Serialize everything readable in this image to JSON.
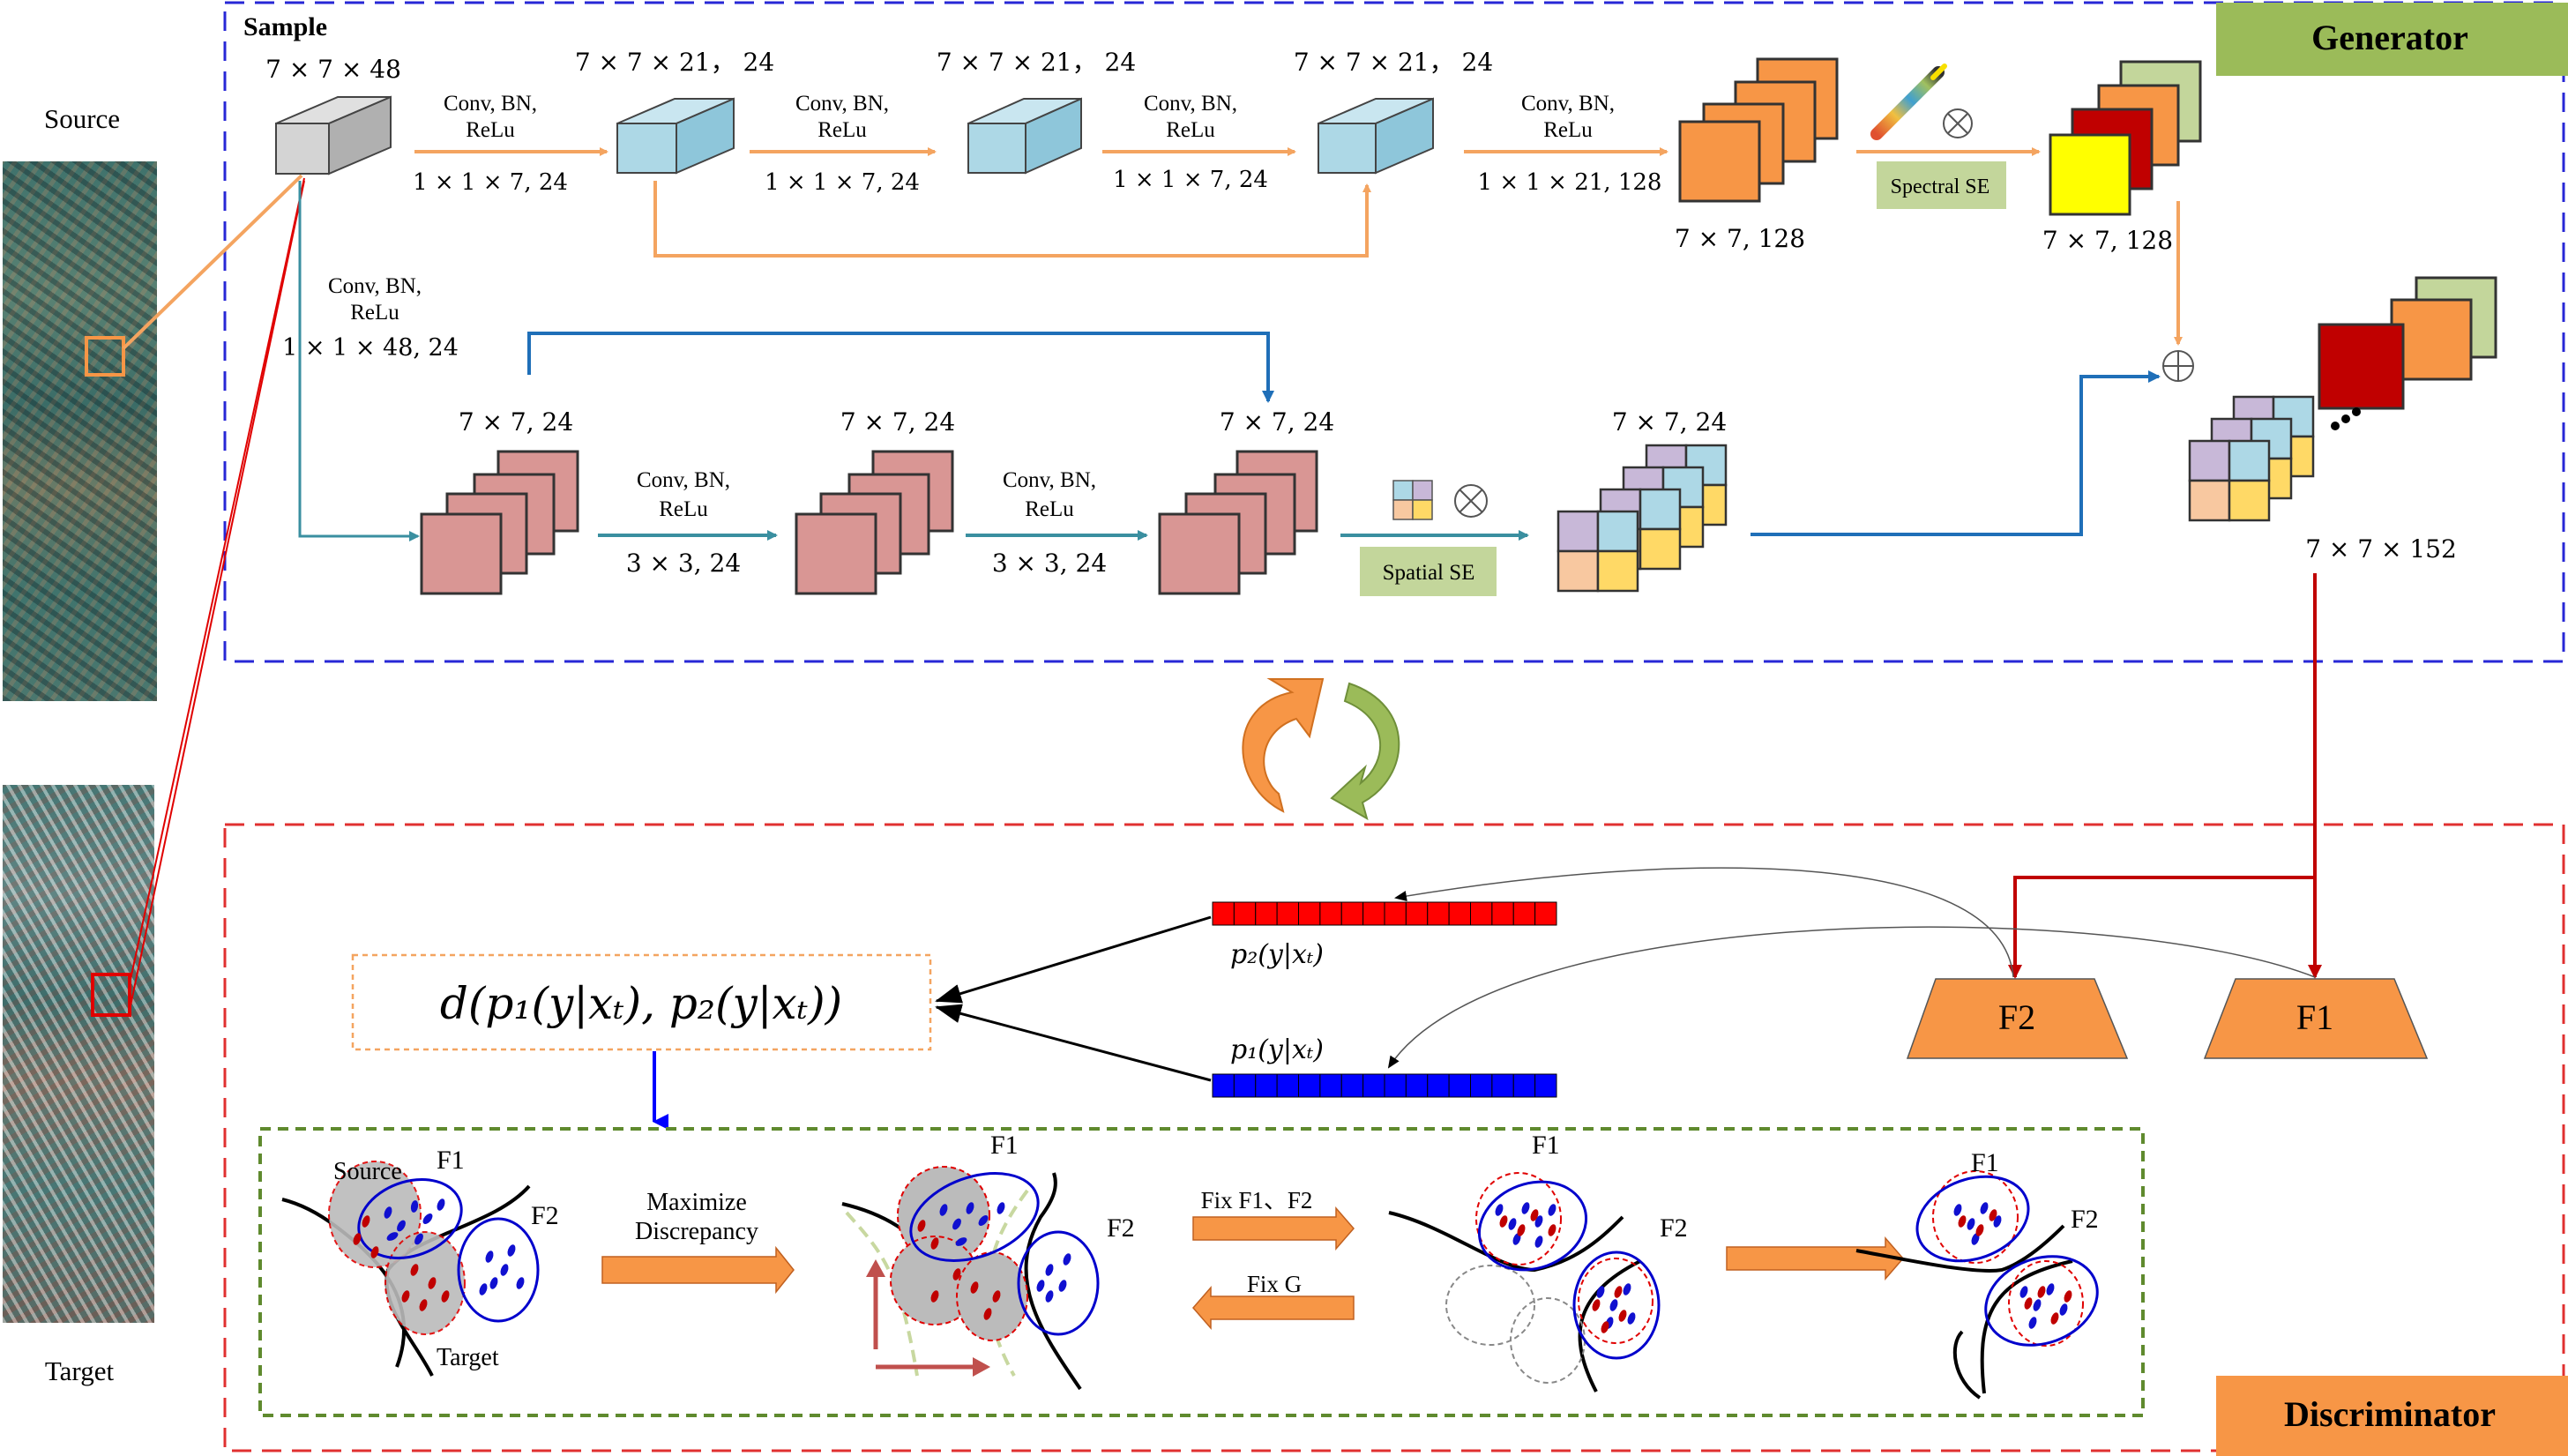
{
  "generator": {
    "title": "Generator",
    "sample_label": "Sample",
    "dims": {
      "input": "7 × 7 × 48",
      "cube2": "7 × 7 × 21， 24",
      "cube3": "7 × 7 × 21， 24",
      "cube4": "7 × 7 × 21， 24",
      "spec_out": "7 × 7, 128",
      "spec_out2": "7 × 7, 128",
      "spat1": "7 × 7, 24",
      "spat2": "7 × 7, 24",
      "spat3": "7 × 7, 24",
      "spat4": "7 × 7, 24",
      "final": "7 × 7 × 152"
    },
    "ops": {
      "conv1_a": "Conv, BN,",
      "conv1_b": "ReLu",
      "conv1_k": "1 × 1 × 7, 24",
      "conv2_a": "Conv, BN,",
      "conv2_b": "ReLu",
      "conv2_k": "1 × 1 × 7, 24",
      "conv3_a": "Conv, BN,",
      "conv3_b": "ReLu",
      "conv3_k": "1 × 1 × 7, 24",
      "conv4_a": "Conv, BN,",
      "conv4_b": "ReLu",
      "conv4_k": "1 × 1 × 21, 128",
      "convv_a": "Conv, BN,",
      "convv_b": "ReLu",
      "convv_k": "1 × 1 × 48, 24",
      "sconv1_a": "Conv, BN,",
      "sconv1_b": "ReLu",
      "sconv1_k": "3 × 3, 24",
      "sconv2_a": "Conv, BN,",
      "sconv2_b": "ReLu",
      "sconv2_k": "3 × 3, 24"
    },
    "spectral_se": "Spectral SE",
    "spatial_se": "Spatial SE",
    "multiply_symbol": "⊗",
    "add_symbol": "⊕"
  },
  "images": {
    "source_label": "Source",
    "target_label": "Target"
  },
  "discriminator": {
    "title": "Discriminator",
    "p2_label": "p₂(y|xₜ)",
    "p1_label": "p₁(y|xₜ)",
    "distance_formula": "d(p₁(y|xₜ), p₂(y|xₜ))",
    "f1": "F1",
    "f2": "F2",
    "vector_cells": 16
  },
  "steps": {
    "source": "Source",
    "target": "Target",
    "f1_a": "F1",
    "f2_a": "F2",
    "maximize_1": "Maximize",
    "maximize_2": "Discrepancy",
    "f1_b": "F1",
    "f2_b": "F2",
    "fix_f": "Fix F1、F2",
    "fix_g": "Fix G",
    "f1_c": "F1",
    "f2_c": "F2",
    "f1_d": "F1",
    "f2_d": "F2"
  },
  "colors": {
    "generator_title_bg": "#9bbb59",
    "discriminator_title_bg": "#f79646",
    "blue_dash": "#2727d6",
    "red_dash": "#e03030",
    "green_dash": "#5f8a2e",
    "orange_arrow": "#f4a460",
    "teal_arrow": "#3a8fa0",
    "blue_arrow": "#1f6fb8",
    "cube_light_blue": "#add8e6",
    "pink_square": "#d99694",
    "orange_square": "#f79646",
    "red_square": "#c00000",
    "yellow_square": "#ffff00",
    "green_square": "#c3d69b"
  }
}
